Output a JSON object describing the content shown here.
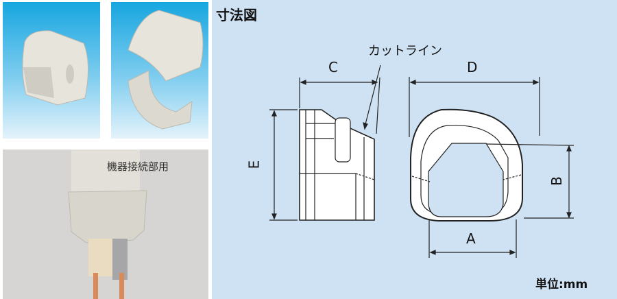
{
  "photos": [
    {
      "name": "product-assembled"
    },
    {
      "name": "product-split"
    },
    {
      "name": "product-installed",
      "caption": "機器接続部用"
    }
  ],
  "diagram": {
    "title": "寸法図",
    "cut_line_label": "カットライン",
    "dimension_labels": {
      "A": "A",
      "B": "B",
      "C": "C",
      "D": "D",
      "E": "E"
    },
    "unit": "単位:mm"
  }
}
